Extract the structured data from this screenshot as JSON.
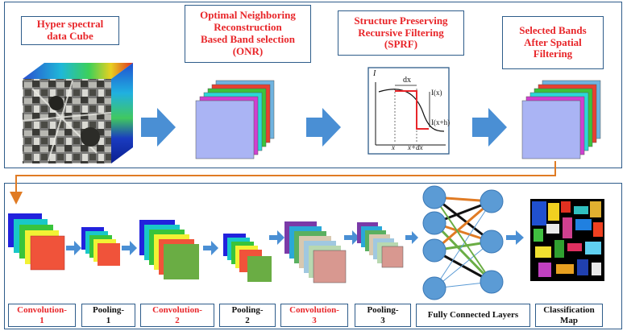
{
  "top": {
    "step1_title": "Hyper spectral\ndata Cube",
    "step2_title": "Optimal Neighboring\nReconstruction\nBased Band selection\n(ONR)",
    "step3_title": "Structure Preserving\nRecursive Filtering\n(SPRF)",
    "step4_title": "Selected Bands\nAfter Spatial\nFiltering",
    "filter_plot": {
      "y_label": "I",
      "x_tick_1": "x",
      "x_tick_2": "x+dx",
      "dx_label": "dx",
      "annot_top": "I(x)",
      "annot_bottom": "I(x+h)"
    }
  },
  "bottom": {
    "labels": [
      {
        "text": "Convolution-\n1",
        "color": "red"
      },
      {
        "text": "Pooling-\n1",
        "color": "black"
      },
      {
        "text": "Convolution-\n2",
        "color": "red"
      },
      {
        "text": "Pooling-\n2",
        "color": "black"
      },
      {
        "text": "Convolution-\n3",
        "color": "red"
      },
      {
        "text": "Pooling-\n3",
        "color": "black"
      },
      {
        "text": "Fully Connected Layers",
        "color": "black"
      },
      {
        "text": "Classification\nMap",
        "color": "black"
      }
    ]
  },
  "colors": {
    "frame": "#2e5c8a",
    "arrow": "#4a8fd4",
    "connector": "#e07b24",
    "title_red": "#e8262a",
    "node": "#5b9bd5"
  }
}
